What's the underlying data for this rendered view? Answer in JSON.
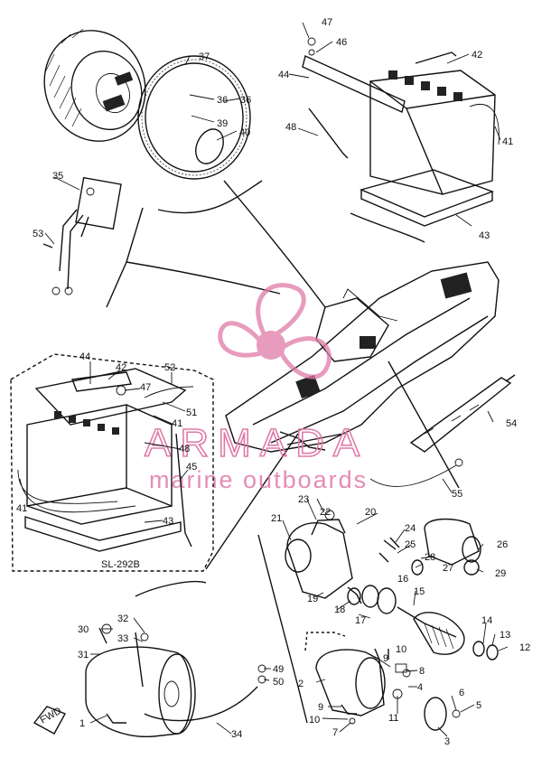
{
  "watermark": {
    "brand": "ARMADA",
    "tagline": "marine outboards",
    "color": "#e07aa8"
  },
  "inset_label": "SL-292B",
  "direction_marker": "FWD",
  "callouts": {
    "c1": "1",
    "c2": "2",
    "c3": "3",
    "c4": "4",
    "c5": "5",
    "c6": "6",
    "c7": "7",
    "c8": "8",
    "c9a": "9",
    "c9b": "9",
    "c10a": "10",
    "c10b": "10",
    "c11": "11",
    "c12": "12",
    "c13": "13",
    "c14": "14",
    "c15": "15",
    "c16": "16",
    "c17": "17",
    "c18": "18",
    "c19": "19",
    "c20": "20",
    "c21": "21",
    "c22": "22",
    "c23": "23",
    "c24": "24",
    "c25": "25",
    "c26": "26",
    "c27": "27",
    "c28": "28",
    "c29": "29",
    "c30": "30",
    "c31": "31",
    "c32": "32",
    "c33": "33",
    "c34": "34",
    "c35": "35",
    "c36a": "36",
    "c36b": "36",
    "c37": "37",
    "c39": "39",
    "c40": "40",
    "c41a": "41",
    "c41b": "41",
    "c41c": "41",
    "c42a": "42",
    "c42b": "42",
    "c43a": "43",
    "c43b": "43",
    "c44a": "44",
    "c44b": "44",
    "c45": "45",
    "c46": "46",
    "c47a": "47",
    "c47b": "47",
    "c48": "48",
    "c49": "49",
    "c50": "50",
    "c51": "51",
    "c52": "52",
    "c53": "53",
    "c54": "54",
    "c55": "55"
  }
}
